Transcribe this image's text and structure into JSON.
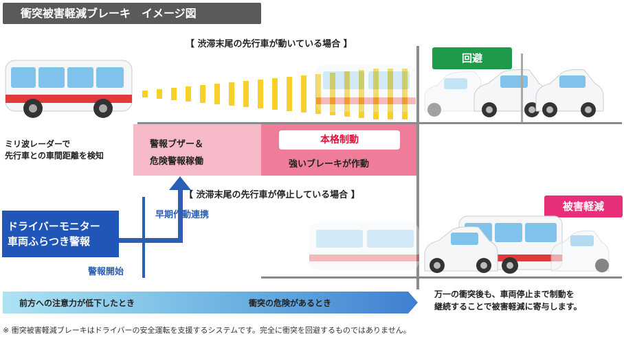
{
  "title": "衝突被害軽減ブレーキ　イメージ図",
  "scenario_moving": "【 渋滞末尾の先行車が動いている場合 】",
  "scenario_stopped": "【 渋滞末尾の先行車が停止している場合 】",
  "badge_avoid": {
    "label": "回避",
    "color": "#1e9a4a"
  },
  "badge_mitigate": {
    "label": "被害軽減",
    "color": "#e8307a"
  },
  "radar_text": [
    "ミリ波レーダーで",
    "先行車との車間距離を検知"
  ],
  "warning_stage": [
    "警報ブザー＆",
    "危険警報稼働"
  ],
  "full_brake_label": "本格制動",
  "full_brake_desc": "強いブレーキが作動",
  "driver_monitor": [
    "ドライバーモニター",
    "車両ふらつき警報"
  ],
  "early_link": "早期作動連携",
  "alarm_start": "警報開始",
  "arrow_left": "前方への注意力が低下したとき",
  "arrow_right": "衝突の危険があるとき",
  "result_text": [
    "万一の衝突後も、車両停止まで制動を",
    "継続することで被害軽減に寄与します。"
  ],
  "footnote": "※ 衝突被害軽減ブレーキはドライバーの安全運転を支援するシステムです。完全に衝突を回避するものではありません。",
  "colors": {
    "radar_wave": "#f7d02a",
    "pink_box": "#f6b9c8",
    "deep_pink_box": "#ef7d9a",
    "driver_blue": "#1f56b8",
    "bus_stripe": "#e23a3a",
    "bus_window": "#7fc3ec"
  }
}
